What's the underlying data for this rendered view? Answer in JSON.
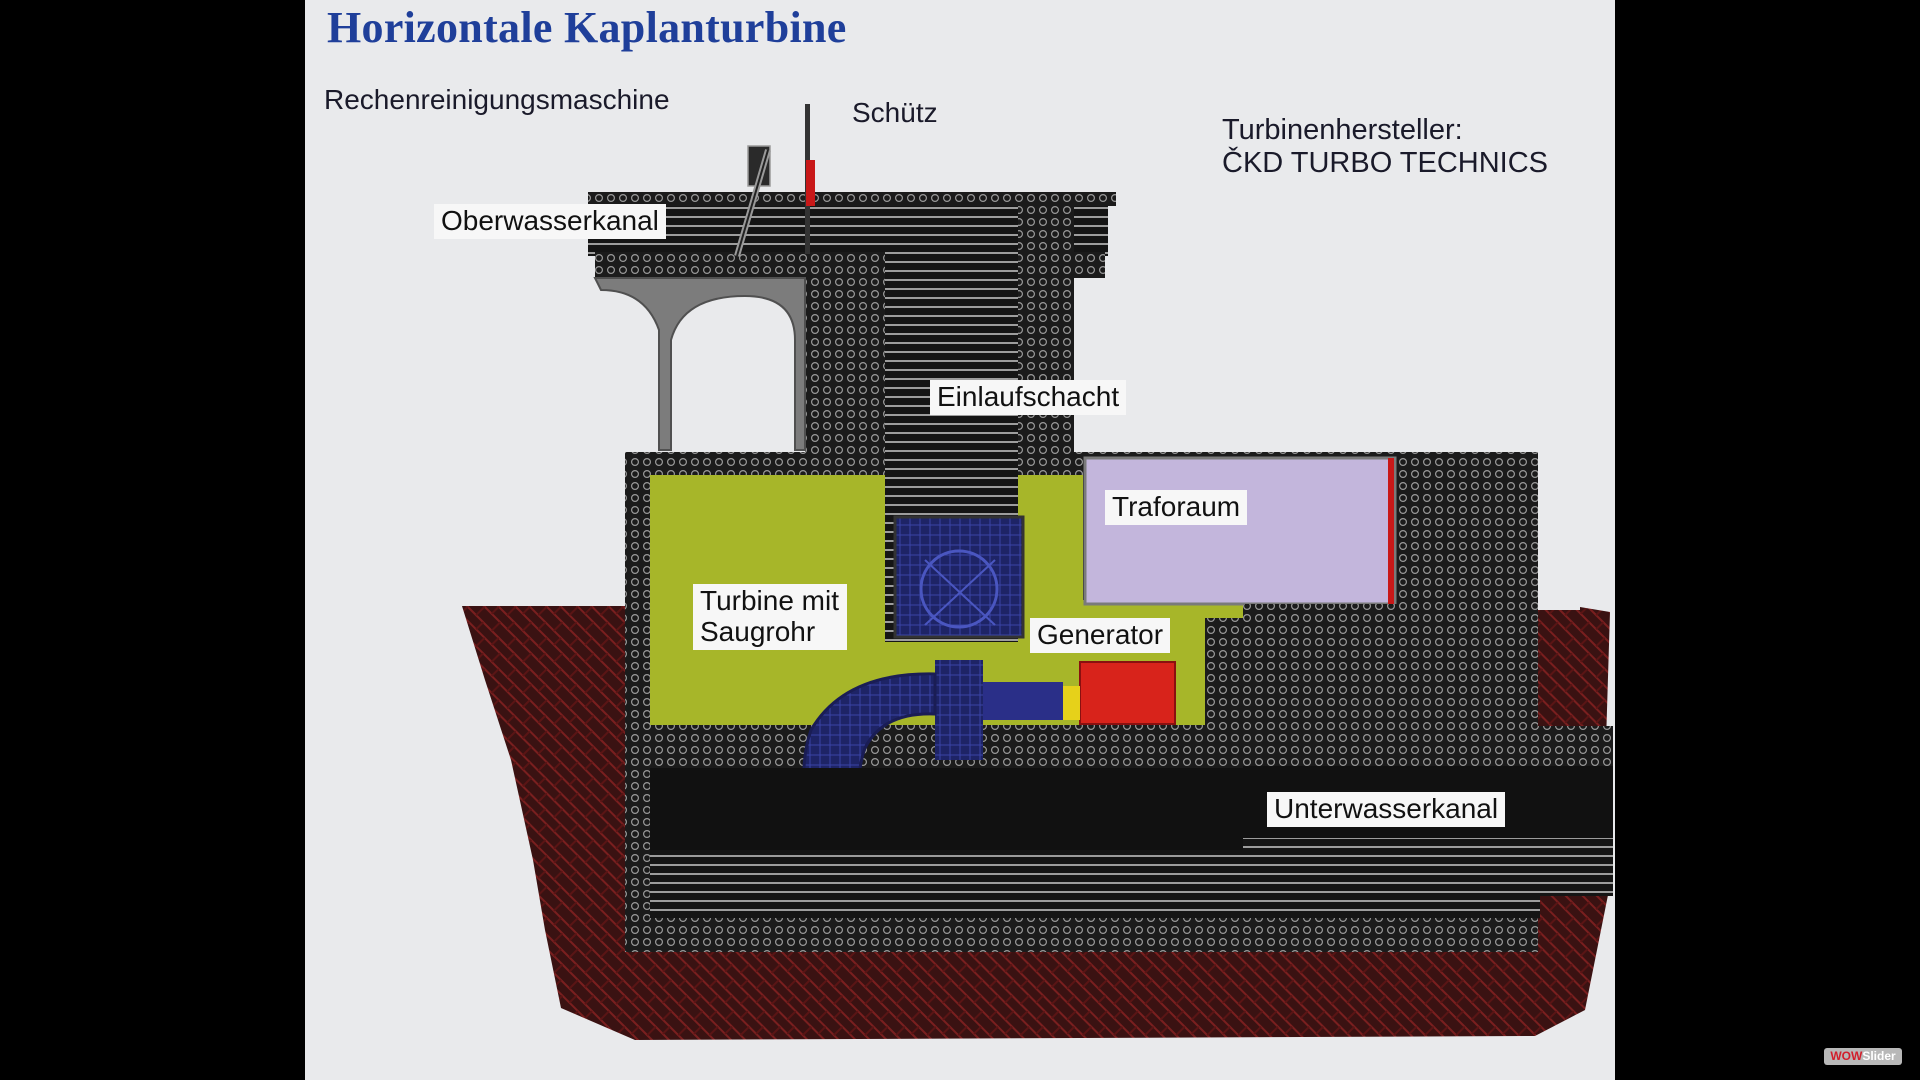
{
  "title": "Horizontale Kaplanturbine",
  "labels": {
    "rechen": "Rechenreinigungsmaschine",
    "schuetz": "Schütz",
    "oberwasser": "Oberwasserkanal",
    "einlauf": "Einlaufschacht",
    "traforaum": "Traforaum",
    "turbine_line1": "Turbine mit",
    "turbine_line2": "Saugrohr",
    "generator": "Generator",
    "unterwasser": "Unterwasserkanal"
  },
  "manufacturer": {
    "line1": "Turbinenhersteller:",
    "line2": "ČKD TURBO TECHNICS"
  },
  "watermark": {
    "part1": "WOW",
    "part2": "Slider"
  },
  "colors": {
    "background": "#e9eaec",
    "title": "#1f3f9a",
    "concrete": "#1b1b1b",
    "machine_room": "#a7b629",
    "trafo": "#c3b6dc",
    "generator": "#d8231b",
    "turbine": "#1e2466",
    "soil": "#3a1212"
  }
}
